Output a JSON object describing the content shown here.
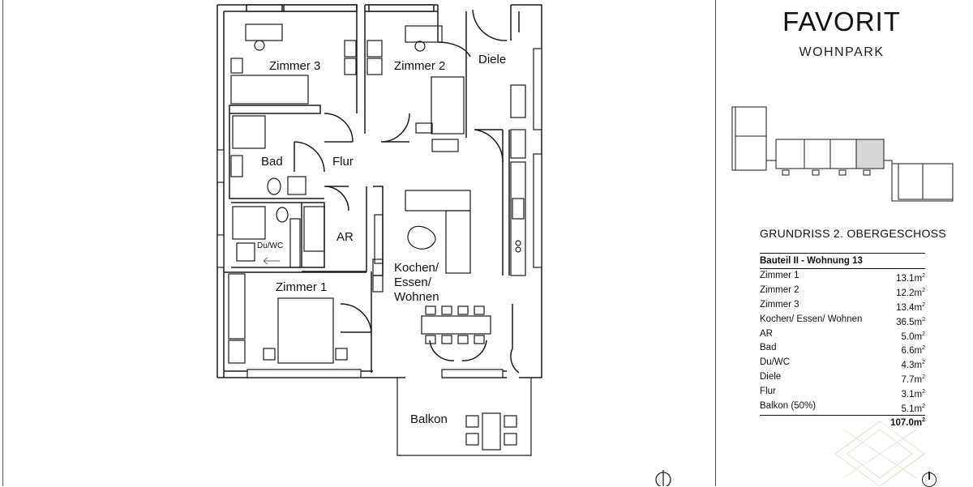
{
  "brand": {
    "title": "FAVORIT",
    "subtitle": "WOHNPARK"
  },
  "floorplan_title": "GRUNDRISS 2. OBERGESCHOSS",
  "unit_heading": "Bauteil II - Wohnung 13",
  "rooms": [
    {
      "name": "Zimmer 1",
      "area": "13.1m"
    },
    {
      "name": "Zimmer 2",
      "area": "12.2m"
    },
    {
      "name": "Zimmer 3",
      "area": "13.4m"
    },
    {
      "name": "Kochen/ Essen/ Wohnen",
      "area": "36.5m"
    },
    {
      "name": "AR",
      "area": "5.0m"
    },
    {
      "name": "Bad",
      "area": "6.6m"
    },
    {
      "name": "Du/WC",
      "area": "4.3m"
    },
    {
      "name": "Diele",
      "area": "7.7m"
    },
    {
      "name": "Flur",
      "area": "3.1m"
    },
    {
      "name": "Balkon (50%)",
      "area": "5.1m"
    }
  ],
  "area_unit_exponent": "2",
  "total_area": "107.0m",
  "plan_labels": {
    "zimmer3": "Zimmer 3",
    "zimmer2": "Zimmer 2",
    "diele": "Diele",
    "bad": "Bad",
    "flur": "Flur",
    "duwc": "Du/WC",
    "ar": "AR",
    "kochen": "Kochen/",
    "essen": "Essen/",
    "wohnen": "Wohnen",
    "zimmer1": "Zimmer 1",
    "balkon": "Balkon"
  },
  "colors": {
    "wall": "#1a1a1a",
    "wall_fill": "#d9d9d9",
    "highlight": "#d6d6d6",
    "gold": "#d9c28f"
  }
}
